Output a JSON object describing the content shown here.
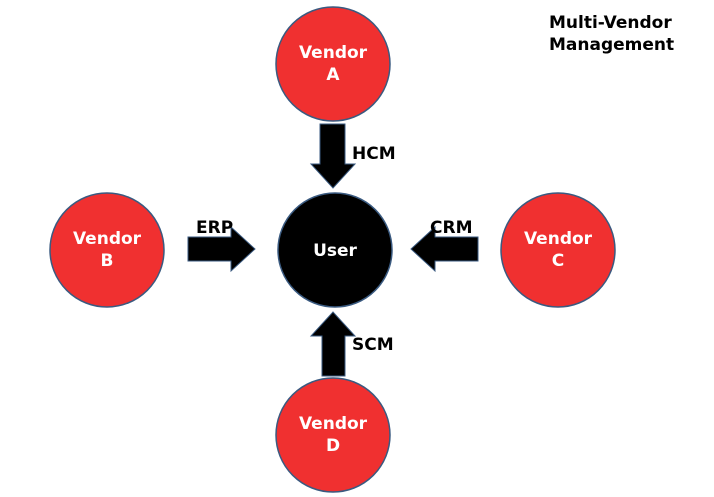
{
  "title": {
    "line1": "Multi-Vendor",
    "line2": "Management"
  },
  "colors": {
    "vendor_fill": "#f03030",
    "vendor_stroke": "#3a5a80",
    "user_fill": "#000000",
    "arrow_fill": "#000000"
  },
  "center": {
    "label": "User"
  },
  "vendors": [
    {
      "line1": "Vendor",
      "line2": "A"
    },
    {
      "line1": "Vendor",
      "line2": "B"
    },
    {
      "line1": "Vendor",
      "line2": "C"
    },
    {
      "line1": "Vendor",
      "line2": "D"
    }
  ],
  "connections": [
    {
      "from": "Vendor A",
      "label": "HCM"
    },
    {
      "from": "Vendor B",
      "label": "ERP"
    },
    {
      "from": "Vendor C",
      "label": "CRM"
    },
    {
      "from": "Vendor D",
      "label": "SCM"
    }
  ]
}
